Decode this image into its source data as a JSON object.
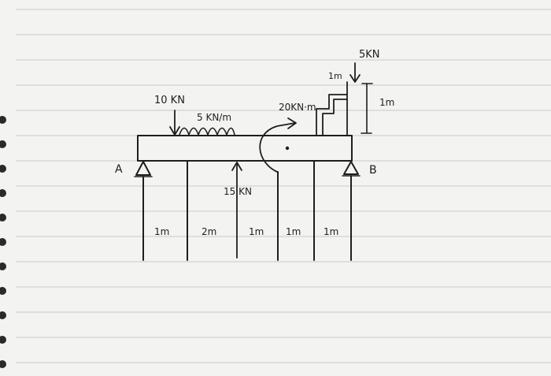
{
  "labels": {
    "support_a": "A",
    "support_b": "B",
    "point_load_left": "10 KN",
    "distributed_load": "5 KN/m",
    "upward_force": "15 KN",
    "moment": "20KN·m",
    "top_load": "5KN",
    "bracket_width": "1m",
    "bracket_height": "1m"
  },
  "dimensions": [
    "1m",
    "2m",
    "1m",
    "1m",
    "1m"
  ],
  "colors": {
    "paper": "#f3f3f1",
    "rule_line": "#c9cacc",
    "ink": "#1e1e1e"
  }
}
